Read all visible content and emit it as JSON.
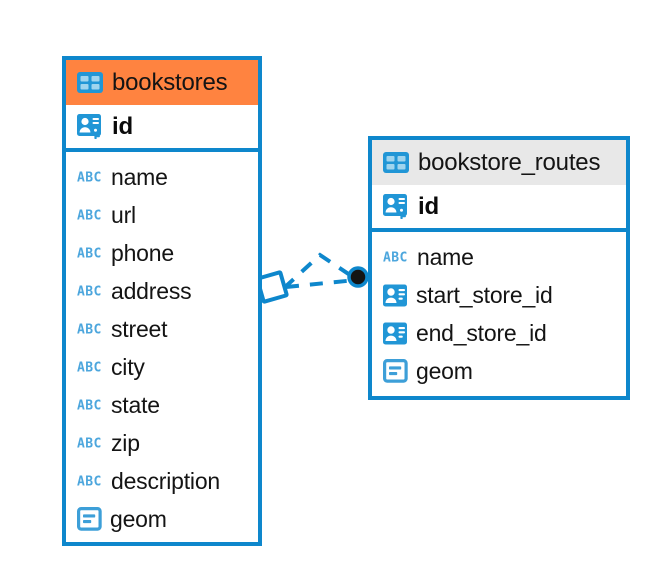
{
  "diagram": {
    "type": "entity-relationship-diagram",
    "background_color": "#ffffff",
    "accent_color": "#0e87cc",
    "highlight_color": "#ff8340",
    "header_gray": "#e8e8e8"
  },
  "entities": [
    {
      "name": "bookstores",
      "header_style": "accent-orange",
      "table_icon": "table-grid-icon",
      "primary_key": {
        "label": "id",
        "icon": "primary-key-icon"
      },
      "fields": [
        {
          "label": "name",
          "icon": "abc-text-icon"
        },
        {
          "label": "url",
          "icon": "abc-text-icon"
        },
        {
          "label": "phone",
          "icon": "abc-text-icon"
        },
        {
          "label": "address",
          "icon": "abc-text-icon"
        },
        {
          "label": "street",
          "icon": "abc-text-icon"
        },
        {
          "label": "city",
          "icon": "abc-text-icon"
        },
        {
          "label": "state",
          "icon": "abc-text-icon"
        },
        {
          "label": "zip",
          "icon": "abc-text-icon"
        },
        {
          "label": "description",
          "icon": "abc-text-icon"
        },
        {
          "label": "geom",
          "icon": "geometry-icon"
        }
      ]
    },
    {
      "name": "bookstore_routes",
      "header_style": "accent-gray",
      "table_icon": "table-grid-icon",
      "primary_key": {
        "label": "id",
        "icon": "primary-key-icon"
      },
      "fields": [
        {
          "label": "name",
          "icon": "abc-text-icon"
        },
        {
          "label": "start_store_id",
          "icon": "foreign-key-icon"
        },
        {
          "label": "end_store_id",
          "icon": "foreign-key-icon"
        },
        {
          "label": "geom",
          "icon": "geometry-icon"
        }
      ]
    }
  ],
  "relationship": {
    "style": "dashed",
    "color": "#0e87cc",
    "source_marker": "diamond-marker",
    "target_marker": "filled-circle-marker",
    "branch_count": 2
  }
}
